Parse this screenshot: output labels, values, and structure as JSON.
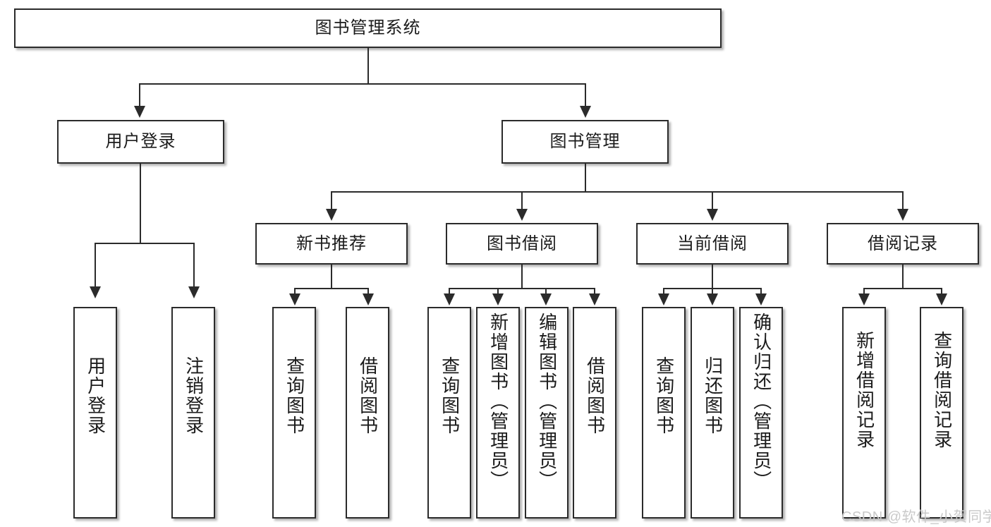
{
  "diagram": {
    "type": "tree",
    "title": "图书管理系统",
    "root": {
      "label": "图书管理系统"
    },
    "level2": [
      {
        "label": "用户登录"
      },
      {
        "label": "图书管理"
      }
    ],
    "level3": [
      {
        "label": "新书推荐"
      },
      {
        "label": "图书借阅"
      },
      {
        "label": "当前借阅"
      },
      {
        "label": "借阅记录"
      }
    ],
    "leaves": {
      "user_login": [
        {
          "label": "用户登录"
        },
        {
          "label": "注销登录"
        }
      ],
      "new_book_recommend": [
        {
          "label": "查询图书"
        },
        {
          "label": "借阅图书"
        }
      ],
      "book_borrow": [
        {
          "label": "查询图书"
        },
        {
          "label": "新增图书（管理员）"
        },
        {
          "label": "编辑图书（管理员）"
        },
        {
          "label": "借阅图书"
        }
      ],
      "current_borrow": [
        {
          "label": "查询图书"
        },
        {
          "label": "归还图书"
        },
        {
          "label": "确认归还（管理员）"
        }
      ],
      "borrow_record": [
        {
          "label": "新增借阅记录"
        },
        {
          "label": "查询借阅记录"
        }
      ]
    }
  },
  "watermark": {
    "text": "CSDN @软件_小贺同学"
  },
  "colors": {
    "border": "#2b2b2b",
    "background": "#ffffff",
    "text": "#1b1b1b",
    "watermark": "#c9c9c9"
  }
}
